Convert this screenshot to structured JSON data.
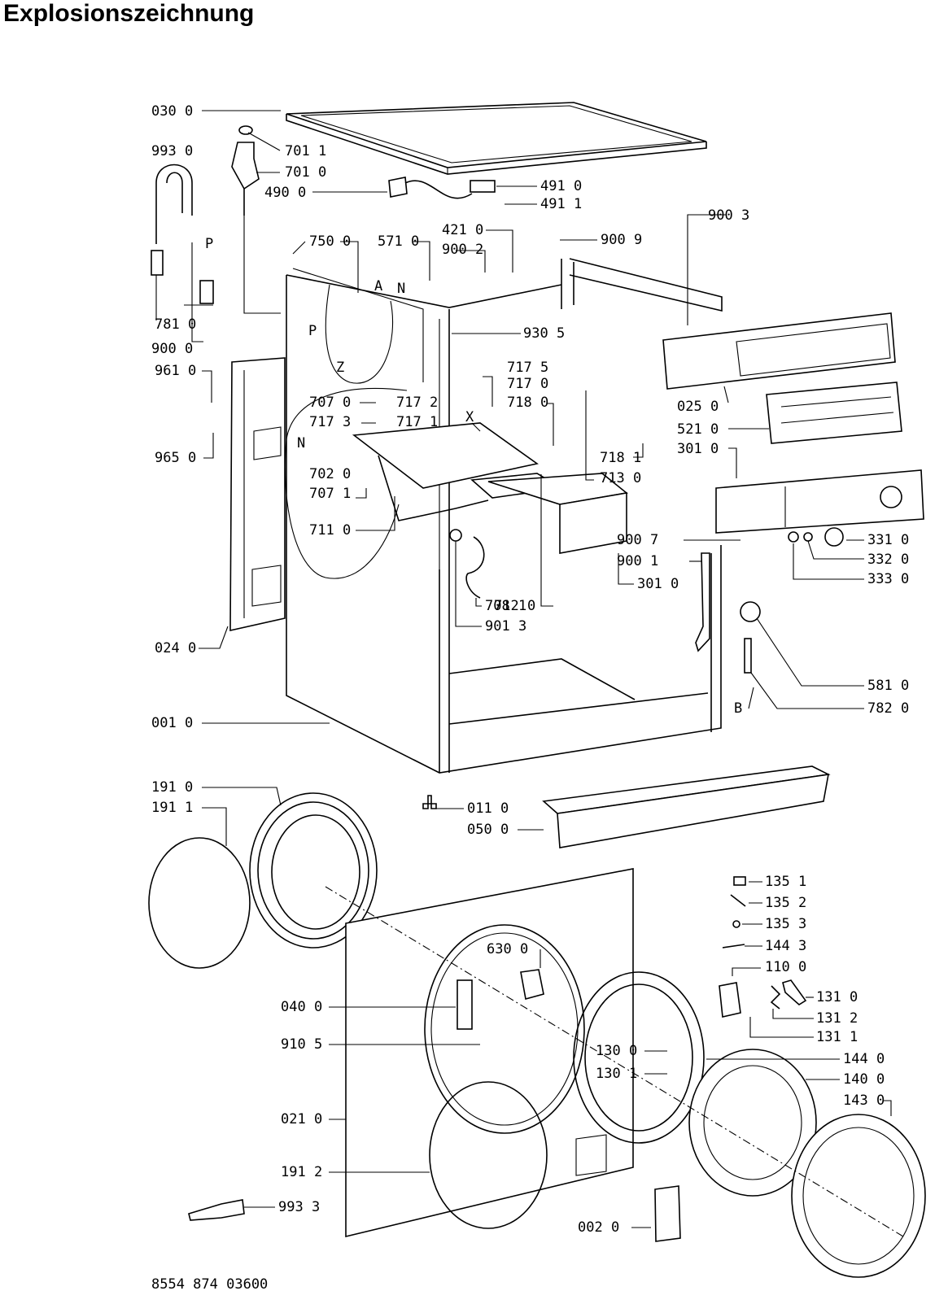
{
  "title": "Explosionszeichnung",
  "document_number": "8554 874 03600",
  "part_labels": [
    {
      "text": "030 0"
    },
    {
      "text": "701 1"
    },
    {
      "text": "993 0"
    },
    {
      "text": "701 0"
    },
    {
      "text": "490 0"
    },
    {
      "text": "491 0"
    },
    {
      "text": "491 1"
    },
    {
      "text": "421 0"
    },
    {
      "text": "900 3"
    },
    {
      "text": "750 0"
    },
    {
      "text": "571 0"
    },
    {
      "text": "900 2"
    },
    {
      "text": "900 9"
    },
    {
      "text": "P"
    },
    {
      "text": "A"
    },
    {
      "text": "N"
    },
    {
      "text": "P"
    },
    {
      "text": "781 0"
    },
    {
      "text": "900 0"
    },
    {
      "text": "930 5"
    },
    {
      "text": "Z"
    },
    {
      "text": "961 0"
    },
    {
      "text": "717 5"
    },
    {
      "text": "717 0"
    },
    {
      "text": "718 0"
    },
    {
      "text": "025 0"
    },
    {
      "text": "707 0"
    },
    {
      "text": "717 2"
    },
    {
      "text": "717 3"
    },
    {
      "text": "717 1"
    },
    {
      "text": "X"
    },
    {
      "text": "521 0"
    },
    {
      "text": "965 0"
    },
    {
      "text": "N"
    },
    {
      "text": "718 1"
    },
    {
      "text": "301 0"
    },
    {
      "text": "702 0"
    },
    {
      "text": "707 1"
    },
    {
      "text": "713 0"
    },
    {
      "text": "711 0"
    },
    {
      "text": "900 7"
    },
    {
      "text": "331 0"
    },
    {
      "text": "332 0"
    },
    {
      "text": "900 1"
    },
    {
      "text": "301 0"
    },
    {
      "text": "333 0"
    },
    {
      "text": "712 0"
    },
    {
      "text": "708 1"
    },
    {
      "text": "901 3"
    },
    {
      "text": "024 0"
    },
    {
      "text": "581 0"
    },
    {
      "text": "B"
    },
    {
      "text": "782 0"
    },
    {
      "text": "001 0"
    },
    {
      "text": "191 0"
    },
    {
      "text": "191 1"
    },
    {
      "text": "011 0"
    },
    {
      "text": "050 0"
    },
    {
      "text": "135 1"
    },
    {
      "text": "135 2"
    },
    {
      "text": "135 3"
    },
    {
      "text": "144 3"
    },
    {
      "text": "630 0"
    },
    {
      "text": "110 0"
    },
    {
      "text": "040 0"
    },
    {
      "text": "131 0"
    },
    {
      "text": "131 2"
    },
    {
      "text": "131 1"
    },
    {
      "text": "910 5"
    },
    {
      "text": "130 0"
    },
    {
      "text": "144 0"
    },
    {
      "text": "130 1"
    },
    {
      "text": "140 0"
    },
    {
      "text": "021 0"
    },
    {
      "text": "143 0"
    },
    {
      "text": "191 2"
    },
    {
      "text": "993 3"
    },
    {
      "text": "002 0"
    }
  ]
}
